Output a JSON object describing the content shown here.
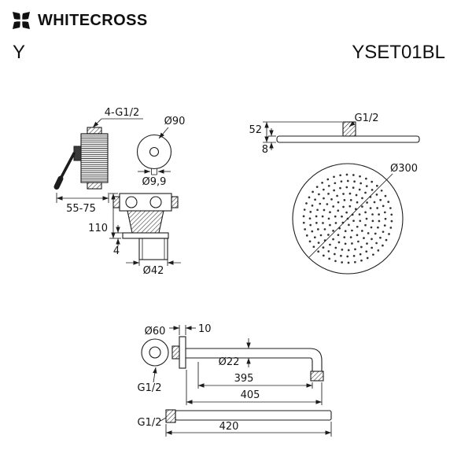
{
  "header": {
    "brand": "WHITECROSS",
    "series": "Y",
    "model": "YSET01BL"
  },
  "mixer": {
    "thread": "4-G1/2",
    "d90": "Ø90",
    "d99": "Ø9,9",
    "depth": "55-75",
    "h110": "110",
    "t4": "4",
    "d42": "Ø42"
  },
  "head": {
    "g12": "G1/2",
    "h52": "52",
    "t8": "8",
    "d300": "Ø300"
  },
  "arm": {
    "d60": "Ø60",
    "g12": "G1/2",
    "off10": "10",
    "d22": "Ø22",
    "l395": "395",
    "l405": "405"
  },
  "arm2": {
    "g12": "G1/2",
    "l420": "420"
  }
}
